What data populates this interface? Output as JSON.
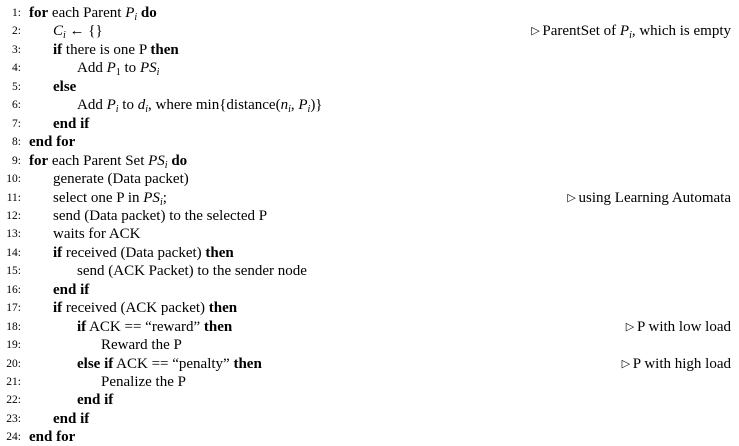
{
  "algorithm": {
    "lines": [
      {
        "num": "1:",
        "indent": 0,
        "segments": [
          {
            "t": "for",
            "s": "kw"
          },
          {
            "t": " each Parent "
          },
          {
            "t": "P",
            "s": "m"
          },
          {
            "t": "i",
            "s": "msub"
          },
          {
            "t": " "
          },
          {
            "t": "do",
            "s": "kw"
          }
        ]
      },
      {
        "num": "2:",
        "indent": 1,
        "segments": [
          {
            "t": "C",
            "s": "m"
          },
          {
            "t": "i",
            "s": "msub"
          },
          {
            "t": " ← {}"
          }
        ],
        "comment": [
          {
            "t": "ParentSet of "
          },
          {
            "t": "P",
            "s": "m"
          },
          {
            "t": "i",
            "s": "msub"
          },
          {
            "t": ", which is empty"
          }
        ]
      },
      {
        "num": "3:",
        "indent": 1,
        "segments": [
          {
            "t": "if",
            "s": "kw"
          },
          {
            "t": " there is one P "
          },
          {
            "t": "then",
            "s": "kw"
          }
        ]
      },
      {
        "num": "4:",
        "indent": 2,
        "segments": [
          {
            "t": "Add "
          },
          {
            "t": "P",
            "s": "m"
          },
          {
            "t": "1",
            "s": "sub"
          },
          {
            "t": " to "
          },
          {
            "t": "PS",
            "s": "m"
          },
          {
            "t": "i",
            "s": "msub"
          }
        ]
      },
      {
        "num": "5:",
        "indent": 1,
        "segments": [
          {
            "t": "else",
            "s": "kw"
          }
        ]
      },
      {
        "num": "6:",
        "indent": 2,
        "segments": [
          {
            "t": "Add "
          },
          {
            "t": "P",
            "s": "m"
          },
          {
            "t": "i",
            "s": "msub"
          },
          {
            "t": " to "
          },
          {
            "t": "d",
            "s": "m"
          },
          {
            "t": "i",
            "s": "msub"
          },
          {
            "t": ", where min{distance("
          },
          {
            "t": "n",
            "s": "m"
          },
          {
            "t": "i",
            "s": "msub"
          },
          {
            "t": ", "
          },
          {
            "t": "P",
            "s": "m"
          },
          {
            "t": "i",
            "s": "msub"
          },
          {
            "t": ")}"
          }
        ]
      },
      {
        "num": "7:",
        "indent": 1,
        "segments": [
          {
            "t": "end if",
            "s": "kw"
          }
        ]
      },
      {
        "num": "8:",
        "indent": 0,
        "segments": [
          {
            "t": "end for",
            "s": "kw"
          }
        ]
      },
      {
        "num": "9:",
        "indent": 0,
        "segments": [
          {
            "t": "for",
            "s": "kw"
          },
          {
            "t": " each Parent Set "
          },
          {
            "t": "PS",
            "s": "m"
          },
          {
            "t": "i",
            "s": "msub"
          },
          {
            "t": " "
          },
          {
            "t": "do",
            "s": "kw"
          }
        ]
      },
      {
        "num": "10:",
        "indent": 1,
        "segments": [
          {
            "t": "generate (Data packet)"
          }
        ]
      },
      {
        "num": "11:",
        "indent": 1,
        "segments": [
          {
            "t": "select one P in "
          },
          {
            "t": "PS",
            "s": "m"
          },
          {
            "t": "i",
            "s": "msub"
          },
          {
            "t": ";"
          }
        ],
        "comment": [
          {
            "t": "using Learning Automata"
          }
        ]
      },
      {
        "num": "12:",
        "indent": 1,
        "segments": [
          {
            "t": "send (Data packet) to the selected P"
          }
        ]
      },
      {
        "num": "13:",
        "indent": 1,
        "segments": [
          {
            "t": "waits for ACK"
          }
        ]
      },
      {
        "num": "14:",
        "indent": 1,
        "segments": [
          {
            "t": "if",
            "s": "kw"
          },
          {
            "t": " received (Data packet) "
          },
          {
            "t": "then",
            "s": "kw"
          }
        ]
      },
      {
        "num": "15:",
        "indent": 2,
        "segments": [
          {
            "t": "send (ACK Packet) to the sender node"
          }
        ]
      },
      {
        "num": "16:",
        "indent": 1,
        "segments": [
          {
            "t": "end if",
            "s": "kw"
          }
        ]
      },
      {
        "num": "17:",
        "indent": 1,
        "segments": [
          {
            "t": "if",
            "s": "kw"
          },
          {
            "t": " received (ACK packet) "
          },
          {
            "t": "then",
            "s": "kw"
          }
        ]
      },
      {
        "num": "18:",
        "indent": 2,
        "segments": [
          {
            "t": "if",
            "s": "kw"
          },
          {
            "t": " ACK == “reward” "
          },
          {
            "t": "then",
            "s": "kw"
          }
        ],
        "comment": [
          {
            "t": "P with low load"
          }
        ]
      },
      {
        "num": "19:",
        "indent": 3,
        "segments": [
          {
            "t": "Reward the P"
          }
        ]
      },
      {
        "num": "20:",
        "indent": 2,
        "segments": [
          {
            "t": "else if",
            "s": "kw"
          },
          {
            "t": " ACK == “penalty” "
          },
          {
            "t": "then",
            "s": "kw"
          }
        ],
        "comment": [
          {
            "t": "P with high load"
          }
        ]
      },
      {
        "num": "21:",
        "indent": 3,
        "segments": [
          {
            "t": "Penalize the P"
          }
        ]
      },
      {
        "num": "22:",
        "indent": 2,
        "segments": [
          {
            "t": "end if",
            "s": "kw"
          }
        ]
      },
      {
        "num": "23:",
        "indent": 1,
        "segments": [
          {
            "t": "end if",
            "s": "kw"
          }
        ]
      },
      {
        "num": "24:",
        "indent": 0,
        "segments": [
          {
            "t": "end for",
            "s": "kw"
          }
        ]
      }
    ]
  }
}
